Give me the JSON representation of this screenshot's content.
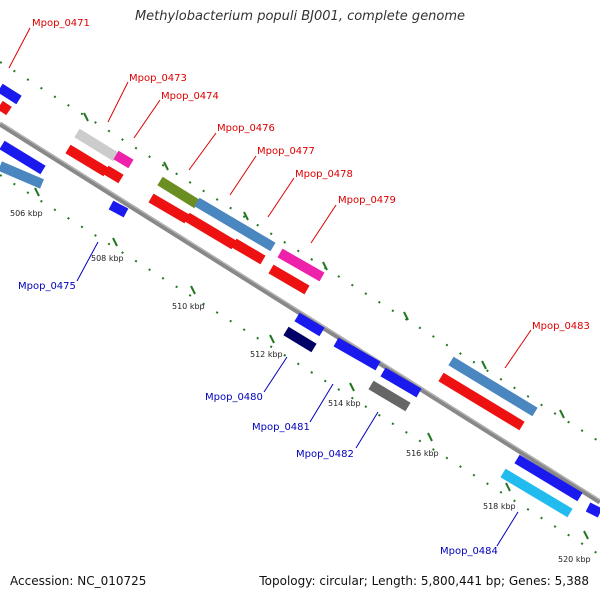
{
  "title": "Methylobacterium populi BJ001, complete genome",
  "footer": {
    "accession": "Accession: NC_010725",
    "summary": "Topology: circular; Length: 5,800,441 bp; Genes: 5,388"
  },
  "colors": {
    "top_label": "#dd0000",
    "bottom_label": "#0000bb",
    "backbone": "#888888",
    "tick": "#227722"
  },
  "kbp_labels": [
    "506 kbp",
    "508 kbp",
    "510 kbp",
    "512 kbp",
    "514 kbp",
    "516 kbp",
    "518 kbp",
    "520 kbp"
  ],
  "gene_labels": {
    "top": [
      "Mpop_0471",
      "Mpop_0473",
      "Mpop_0474",
      "Mpop_0476",
      "Mpop_0477",
      "Mpop_0478",
      "Mpop_0479",
      "Mpop_0483"
    ],
    "bottom": [
      "Mpop_0475",
      "Mpop_0480",
      "Mpop_0481",
      "Mpop_0482",
      "Mpop_0484"
    ]
  }
}
